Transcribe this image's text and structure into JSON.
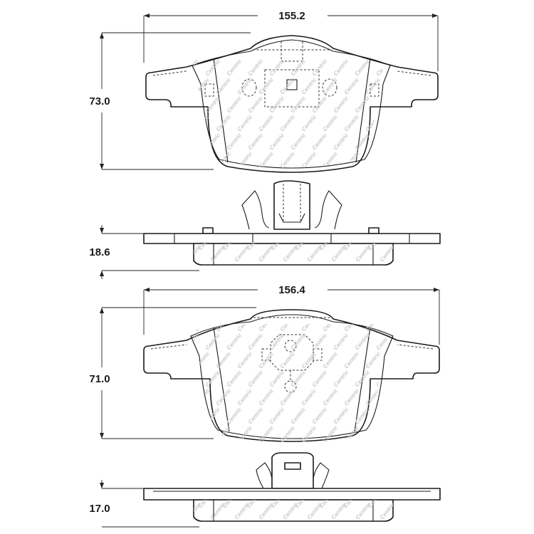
{
  "dimensions": {
    "view1_width": "155.2",
    "view1_height": "73.0",
    "view2_thickness": "18.6",
    "view3_width": "156.4",
    "view3_height": "71.0",
    "view4_thickness": "17.0"
  },
  "watermark_logo": "Centric",
  "colors": {
    "line": "#1a1a1a",
    "watermark": "#c8c8c8",
    "background": "#ffffff"
  }
}
